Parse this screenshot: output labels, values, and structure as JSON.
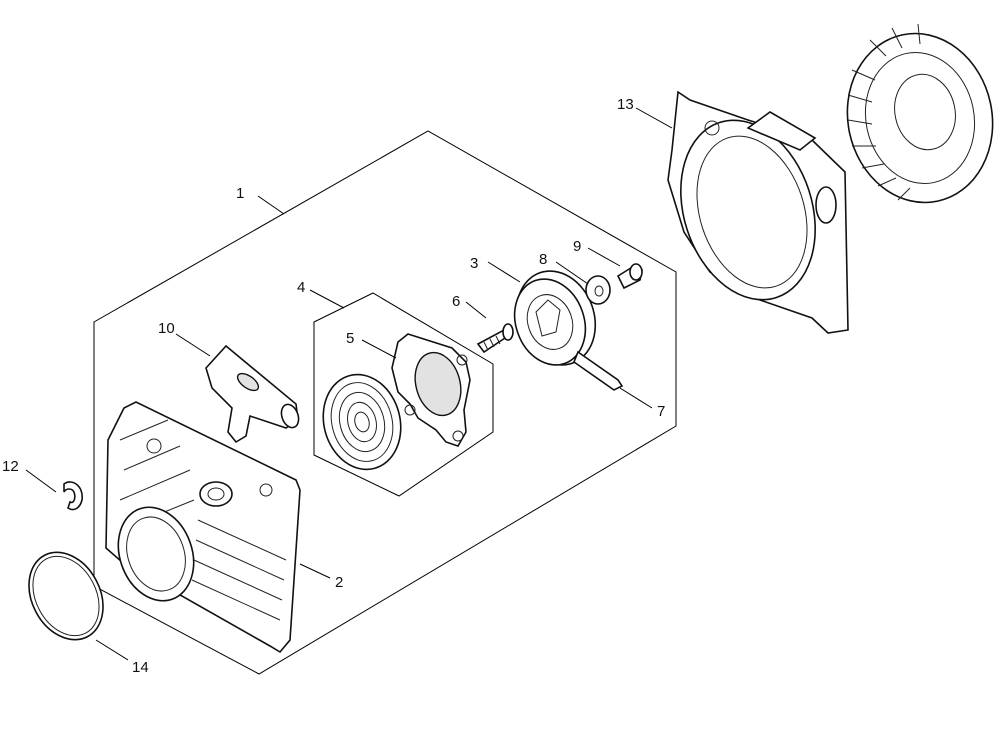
{
  "colors": {
    "background": "#ffffff",
    "line": "#000000"
  },
  "callouts": {
    "c1": "1",
    "c2": "2",
    "c3": "3",
    "c4": "4",
    "c5": "5",
    "c6": "6",
    "c7": "7",
    "c8": "8",
    "c9": "9",
    "c10": "10",
    "c12": "12",
    "c13": "13",
    "c14": "14"
  }
}
